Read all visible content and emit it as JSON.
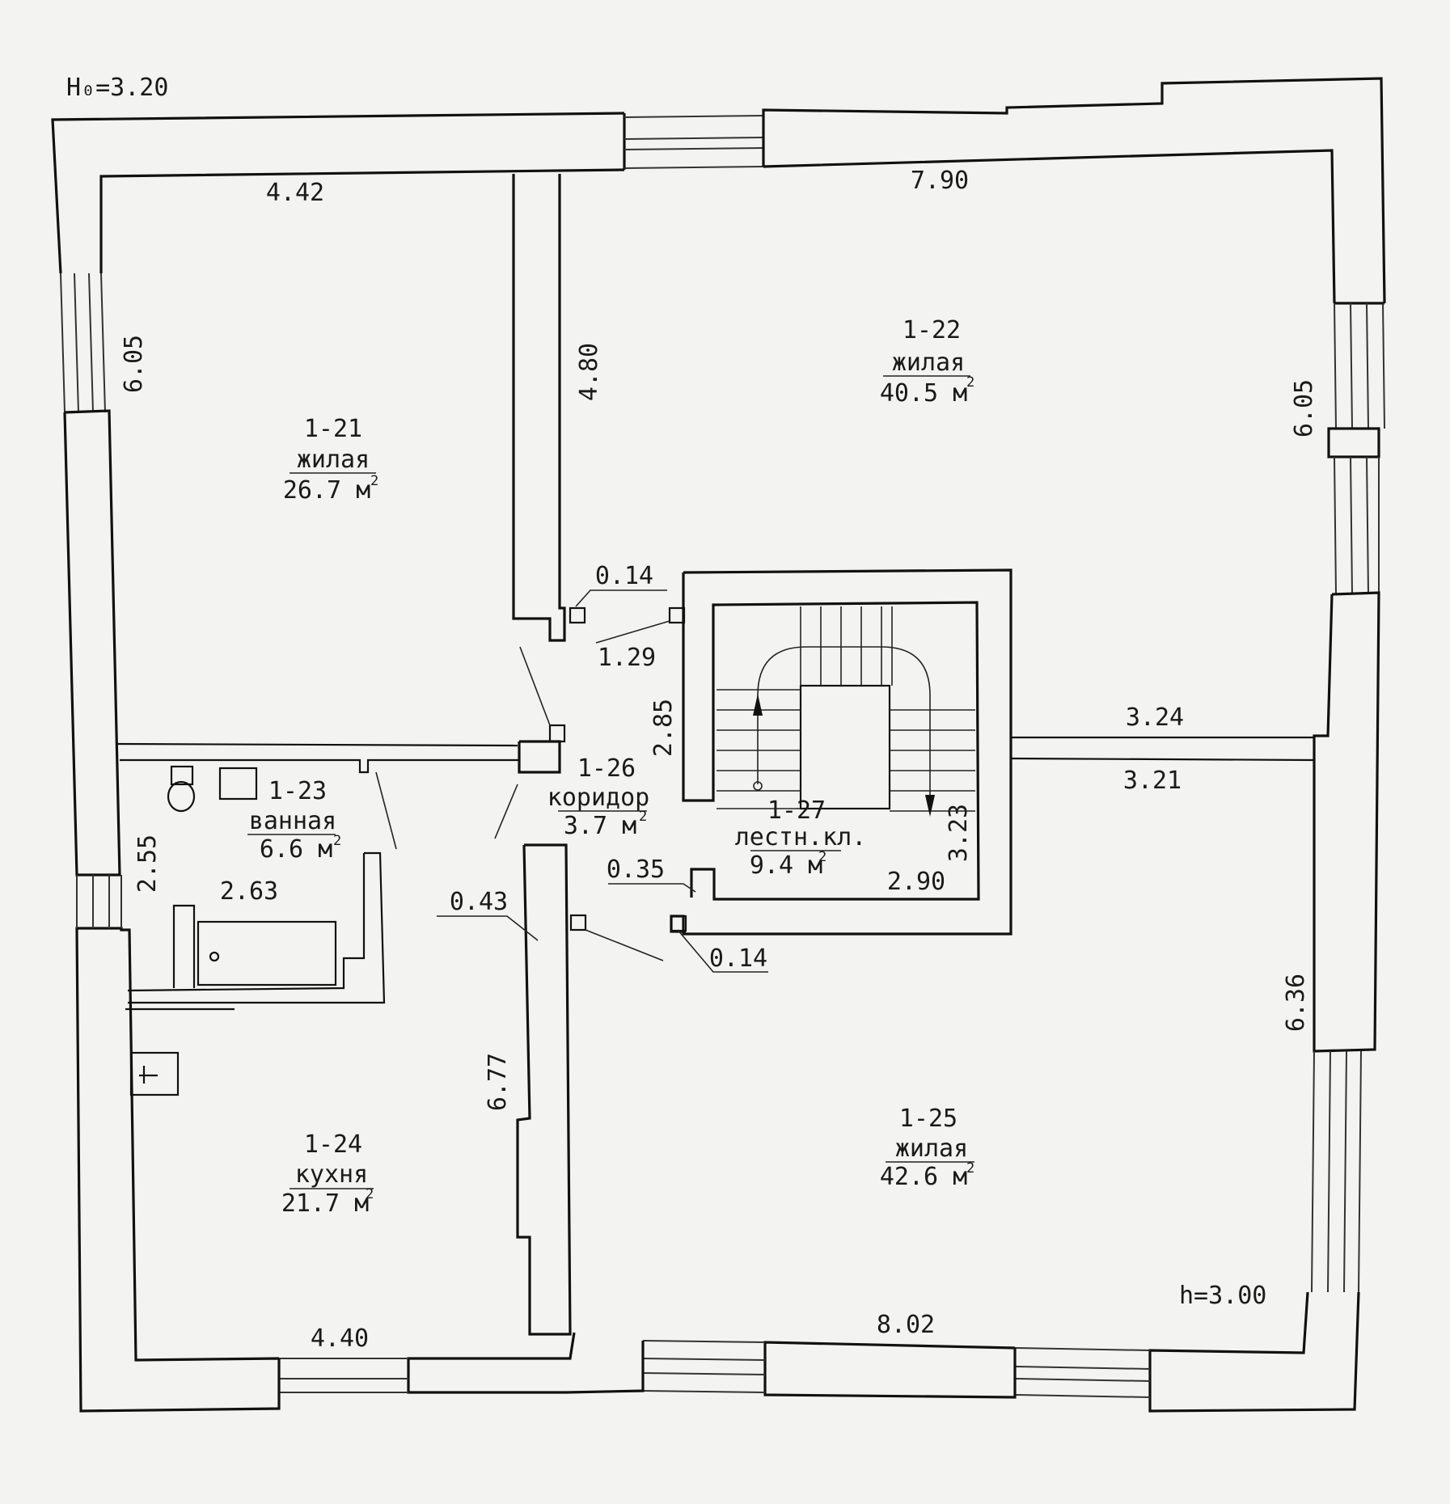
{
  "levels": {
    "ceiling_top": "H₀=3.20",
    "ceiling_bottom": "h=3.00"
  },
  "rooms": [
    {
      "id": "1-21",
      "name": "жилая",
      "area": "26.7 м",
      "sup": "2"
    },
    {
      "id": "1-22",
      "name": "жилая",
      "area": "40.5 м",
      "sup": "2"
    },
    {
      "id": "1-23",
      "name": "ванная",
      "area": "6.6 м",
      "sup": "2"
    },
    {
      "id": "1-24",
      "name": "кухня",
      "area": "21.7 м",
      "sup": "2"
    },
    {
      "id": "1-25",
      "name": "жилая",
      "area": "42.6 м",
      "sup": "2"
    },
    {
      "id": "1-26",
      "name": "коридор",
      "area": "3.7  м",
      "sup": "2"
    },
    {
      "id": "1-27",
      "name": "лестн.кл.",
      "area": "9.4 м",
      "sup": "2"
    }
  ],
  "dimensions": {
    "d_4_42": "4.42",
    "d_7_90": "7.90",
    "d_6_05_left": "6.05",
    "d_6_05_right": "6.05",
    "d_4_80": "4.80",
    "d_0_14_top": "0.14",
    "d_1_29": "1.29",
    "d_2_85": "2.85",
    "d_3_24": "3.24",
    "d_3_21": "3.21",
    "d_3_23": "3.23",
    "d_2_90": "2.90",
    "d_0_35": "0.35",
    "d_0_43": "0.43",
    "d_0_14_bottom": "0.14",
    "d_2_55": "2.55",
    "d_2_63": "2.63",
    "d_6_77": "6.77",
    "d_6_36": "6.36",
    "d_8_02": "8.02",
    "d_4_40": "4.40"
  }
}
